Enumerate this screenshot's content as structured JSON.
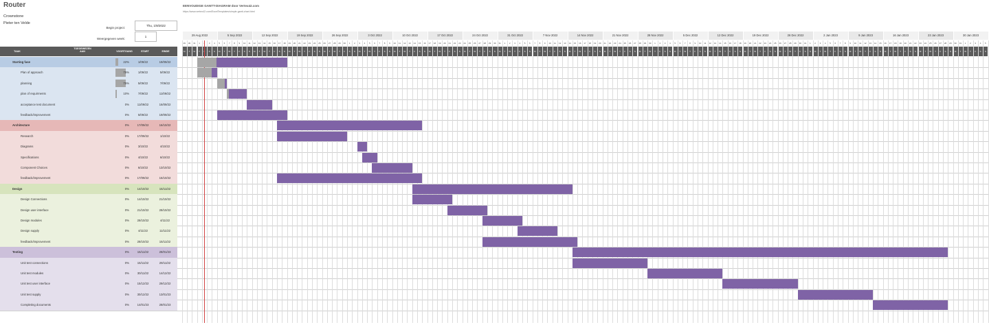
{
  "title": "Router",
  "company": "Crownstone",
  "author": "Pieter ten Velde",
  "begin_label": "Begin project:",
  "begin_value": "Thu, 1/9/2022",
  "week_label": "Weergegeven week:",
  "week_value": "1",
  "template_title": "EENVOUDIGE GANTT-DIAGRAM door Vertex42.com",
  "template_url": "https://www.vertex42.com/ExcelTemplates/simple-gantt-chart.html",
  "headers": {
    "task": "TAAK",
    "assigned": "TOEGEWEZEN AAN",
    "progress": "VOORTGANG",
    "start": "START",
    "end": "EINDE"
  },
  "colors": {
    "bar": "#7f63a6",
    "progress": "#a6a6a6",
    "header": "#5a5a5a",
    "today": "#d04040"
  },
  "weeks": [
    "29 Aug 2022",
    "5 Sep 2022",
    "12 Sep 2022",
    "19 Sep 2022",
    "26 Sep 2022",
    "3 Oct 2022",
    "10 Oct 2022",
    "17 Oct 2022",
    "24 Oct 2022",
    "31 Oct 2022",
    "7 Nov 2022",
    "14 Nov 2022",
    "21 Nov 2022",
    "28 Nov 2022",
    "5 Dec 2022",
    "12 Dec 2022",
    "19 Dec 2022",
    "26 Dec 2022",
    "2 Jan 2023",
    "9 Jan 2023",
    "16 Jan 2023",
    "23 Jan 2023",
    "30 Jan 2023"
  ],
  "day_letters": [
    "M",
    "T",
    "W",
    "T",
    "F",
    "S",
    "S"
  ],
  "phases": [
    {
      "name": "Starting fase",
      "bg": "#dbe5f1",
      "phase_bg": "#b8cce4",
      "pct": "22%",
      "pv": 0.22,
      "start": "1/09/22",
      "end": "19/09/22",
      "s": 0,
      "e": 18,
      "tasks": [
        {
          "name": "Plan of approach",
          "pct": "75%",
          "pv": 0.75,
          "start": "1/09/22",
          "end": "5/09/22",
          "s": 0,
          "e": 4
        },
        {
          "name": "planning",
          "pct": "75%",
          "pv": 0.75,
          "start": "5/09/22",
          "end": "7/09/22",
          "s": 4,
          "e": 6
        },
        {
          "name": "plan of requirments",
          "pct": "10%",
          "pv": 0.1,
          "start": "7/09/22",
          "end": "11/09/22",
          "s": 6,
          "e": 10
        },
        {
          "name": "acceptance test document",
          "pct": "0%",
          "pv": 0,
          "start": "11/09/22",
          "end": "16/09/22",
          "s": 10,
          "e": 15
        },
        {
          "name": "feedback/improvement",
          "pct": "0%",
          "pv": 0,
          "start": "5/09/22",
          "end": "19/09/22",
          "s": 4,
          "e": 18
        }
      ]
    },
    {
      "name": "Architecture",
      "bg": "#f2dcdb",
      "phase_bg": "#e6b8b7",
      "pct": "0%",
      "pv": 0,
      "start": "17/09/22",
      "end": "16/10/22",
      "s": 16,
      "e": 45,
      "tasks": [
        {
          "name": "Research",
          "pct": "0%",
          "pv": 0,
          "start": "17/09/22",
          "end": "1/10/22",
          "s": 16,
          "e": 30
        },
        {
          "name": "Diagrams",
          "pct": "0%",
          "pv": 0,
          "start": "3/10/22",
          "end": "4/10/22",
          "s": 32,
          "e": 34
        },
        {
          "name": "Specifications",
          "pct": "0%",
          "pv": 0,
          "start": "4/10/22",
          "end": "6/10/22",
          "s": 33,
          "e": 36
        },
        {
          "name": "Component Choices",
          "pct": "0%",
          "pv": 0,
          "start": "6/10/22",
          "end": "13/10/22",
          "s": 35,
          "e": 43
        },
        {
          "name": "feedback/improvement",
          "pct": "0%",
          "pv": 0,
          "start": "17/09/22",
          "end": "16/10/22",
          "s": 16,
          "e": 45
        }
      ]
    },
    {
      "name": "Design",
      "bg": "#ebf1de",
      "phase_bg": "#d7e4bd",
      "pct": "0%",
      "pv": 0,
      "start": "14/10/22",
      "end": "15/11/22",
      "s": 43,
      "e": 75,
      "tasks": [
        {
          "name": "Design Connections",
          "pct": "0%",
          "pv": 0,
          "start": "14/10/22",
          "end": "21/10/22",
          "s": 43,
          "e": 51
        },
        {
          "name": "Design user interface",
          "pct": "0%",
          "pv": 0,
          "start": "21/10/22",
          "end": "28/10/22",
          "s": 50,
          "e": 58
        },
        {
          "name": "Design modules",
          "pct": "0%",
          "pv": 0,
          "start": "28/10/22",
          "end": "4/11/22",
          "s": 57,
          "e": 65
        },
        {
          "name": "Design supply",
          "pct": "0%",
          "pv": 0,
          "start": "4/11/22",
          "end": "11/11/22",
          "s": 64,
          "e": 72
        },
        {
          "name": "feedback/improvement",
          "pct": "0%",
          "pv": 0,
          "start": "28/10/22",
          "end": "15/11/22",
          "s": 57,
          "e": 76
        }
      ]
    },
    {
      "name": "Testing",
      "bg": "#e4dfec",
      "phase_bg": "#ccc0da",
      "pct": "0%",
      "pv": 0,
      "start": "15/11/22",
      "end": "28/01/23",
      "s": 75,
      "e": 150,
      "tasks": [
        {
          "name": "Unit test connections",
          "pct": "0%",
          "pv": 0,
          "start": "15/11/22",
          "end": "29/11/22",
          "s": 75,
          "e": 90
        },
        {
          "name": "Unit test modules",
          "pct": "0%",
          "pv": 0,
          "start": "30/11/22",
          "end": "14/12/22",
          "s": 90,
          "e": 105
        },
        {
          "name": "Unit test user interface",
          "pct": "0%",
          "pv": 0,
          "start": "15/12/22",
          "end": "29/12/22",
          "s": 105,
          "e": 120
        },
        {
          "name": "Unit test supply",
          "pct": "0%",
          "pv": 0,
          "start": "30/12/22",
          "end": "13/01/23",
          "s": 120,
          "e": 135
        },
        {
          "name": "Completing documents",
          "pct": "0%",
          "pv": 0,
          "start": "14/01/23",
          "end": "28/01/23",
          "s": 135,
          "e": 150
        }
      ]
    }
  ]
}
